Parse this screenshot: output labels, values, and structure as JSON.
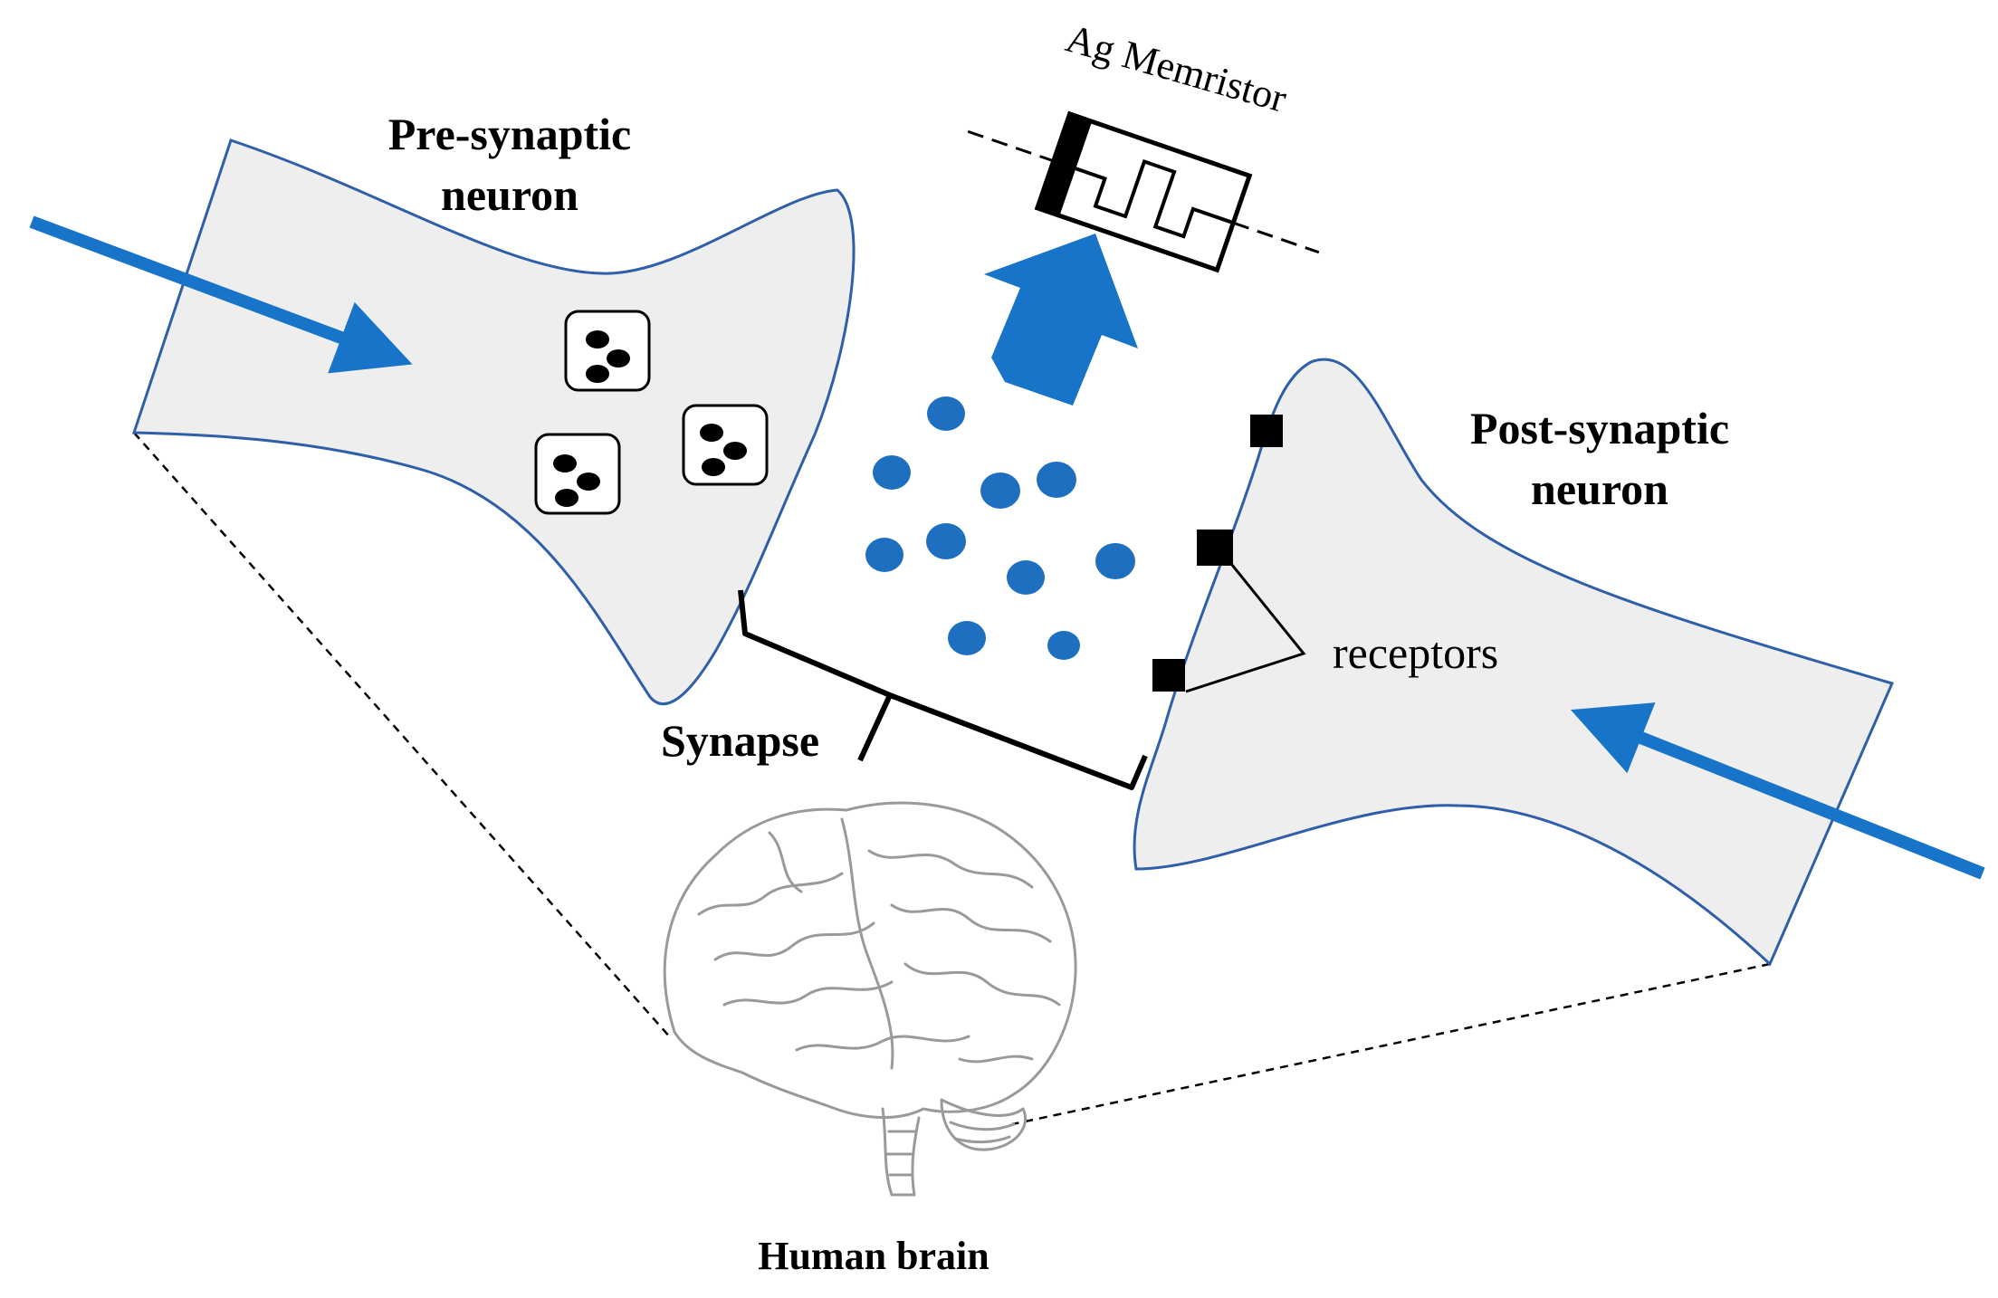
{
  "labels": {
    "pre_synaptic_line1": "Pre-synaptic",
    "pre_synaptic_line2": "neuron",
    "post_synaptic_line1": "Post-synaptic",
    "post_synaptic_line2": "neuron",
    "synapse": "Synapse",
    "receptors": "receptors",
    "memristor": "Ag Memristor",
    "brain": "Human brain"
  },
  "colors": {
    "arrow": "#1874c8",
    "neurotransmitter": "#1e6fc0",
    "neuron_fill": "#eeeeee",
    "neuron_outline": "#2e5fa8",
    "brain_outline": "#9a9a9a"
  },
  "icons": [
    "input-signal-arrow",
    "output-signal-arrow",
    "upward-block-arrow",
    "vesicle",
    "receptor-square",
    "memristor-symbol",
    "human-brain"
  ]
}
